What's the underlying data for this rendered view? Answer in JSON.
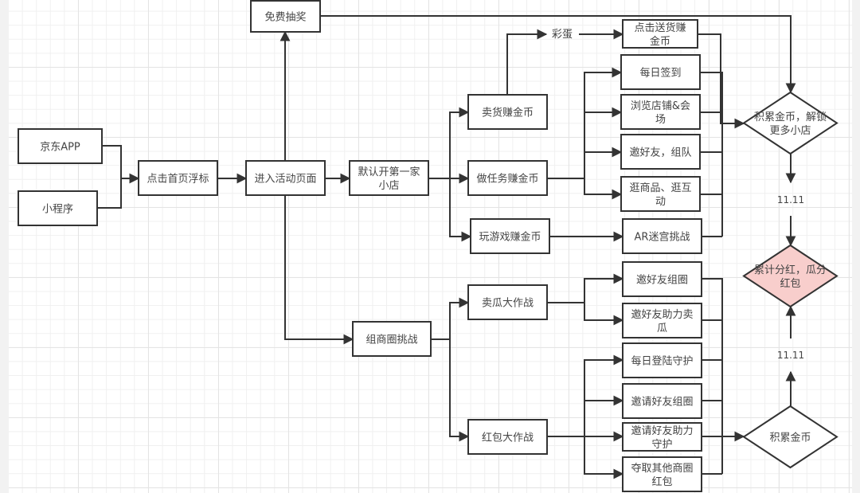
{
  "diagram": {
    "colors": {
      "stroke": "#333333",
      "node_fill": "#ffffff",
      "highlight_fill": "#f8cecc",
      "text": "#444444"
    },
    "nodes": [
      {
        "id": "jd_app",
        "shape": "rect",
        "lines": [
          "京东APP"
        ]
      },
      {
        "id": "mini_program",
        "shape": "rect",
        "lines": [
          "小程序"
        ]
      },
      {
        "id": "click_float",
        "shape": "rect",
        "lines": [
          "点击首页浮标"
        ]
      },
      {
        "id": "enter_page",
        "shape": "rect",
        "lines": [
          "进入活动页面"
        ]
      },
      {
        "id": "free_lottery",
        "shape": "rect",
        "lines": [
          "免费抽奖"
        ]
      },
      {
        "id": "first_shop",
        "shape": "rect",
        "lines": [
          "默认开第一家",
          "小店"
        ]
      },
      {
        "id": "sell_goods",
        "shape": "rect",
        "lines": [
          "卖货赚金币"
        ]
      },
      {
        "id": "do_tasks",
        "shape": "rect",
        "lines": [
          "做任务赚金币"
        ]
      },
      {
        "id": "play_games",
        "shape": "rect",
        "lines": [
          "玩游戏赚金币"
        ]
      },
      {
        "id": "click_deliver",
        "shape": "rect",
        "lines": [
          "点击送货赚",
          "金币"
        ]
      },
      {
        "id": "daily_signin",
        "shape": "rect",
        "lines": [
          "每日签到"
        ]
      },
      {
        "id": "browse_shops",
        "shape": "rect",
        "lines": [
          "浏览店铺&会",
          "场"
        ]
      },
      {
        "id": "invite_team",
        "shape": "rect",
        "lines": [
          "邀好友，组队"
        ]
      },
      {
        "id": "browse_goods",
        "shape": "rect",
        "lines": [
          "逛商品、逛互",
          "动"
        ]
      },
      {
        "id": "ar_maze",
        "shape": "rect",
        "lines": [
          "AR迷宫挑战"
        ]
      },
      {
        "id": "circle_challenge",
        "shape": "rect",
        "lines": [
          "组商圈挑战"
        ]
      },
      {
        "id": "melon_battle",
        "shape": "rect",
        "lines": [
          "卖瓜大作战"
        ]
      },
      {
        "id": "redpacket_battle",
        "shape": "rect",
        "lines": [
          "红包大作战"
        ]
      },
      {
        "id": "invite_circle",
        "shape": "rect",
        "lines": [
          "邀好友组圈"
        ]
      },
      {
        "id": "invite_help_melon",
        "shape": "rect",
        "lines": [
          "邀好友助力卖",
          "瓜"
        ]
      },
      {
        "id": "daily_login_guard",
        "shape": "rect",
        "lines": [
          "每日登陆守护"
        ]
      },
      {
        "id": "invite_friends_circle",
        "shape": "rect",
        "lines": [
          "邀请好友组圈"
        ]
      },
      {
        "id": "invite_help_guard",
        "shape": "rect",
        "lines": [
          "邀请好友助力",
          "守护"
        ]
      },
      {
        "id": "seize_redpacket",
        "shape": "rect",
        "lines": [
          "夺取其他商圈",
          "红包"
        ]
      },
      {
        "id": "unlock_shops",
        "shape": "diamond",
        "lines": [
          "积累金币，解锁",
          "更多小店"
        ]
      },
      {
        "id": "dividend",
        "shape": "diamond",
        "highlight": true,
        "lines": [
          "累计分红，瓜分",
          "红包"
        ]
      },
      {
        "id": "accumulate_coins",
        "shape": "diamond",
        "lines": [
          "积累金币"
        ]
      }
    ],
    "labels": [
      {
        "id": "easter_egg",
        "text": "彩蛋"
      },
      {
        "id": "date_top",
        "text": "11.11"
      },
      {
        "id": "date_bottom",
        "text": "11.11"
      }
    ],
    "edges": [
      {
        "from": "jd_app",
        "to": "click_float"
      },
      {
        "from": "mini_program",
        "to": "click_float"
      },
      {
        "from": "click_float",
        "to": "enter_page"
      },
      {
        "from": "enter_page",
        "to": "free_lottery"
      },
      {
        "from": "enter_page",
        "to": "first_shop"
      },
      {
        "from": "enter_page",
        "to": "circle_challenge"
      },
      {
        "from": "free_lottery",
        "to": "unlock_shops"
      },
      {
        "from": "first_shop",
        "to": "sell_goods"
      },
      {
        "from": "first_shop",
        "to": "do_tasks"
      },
      {
        "from": "first_shop",
        "to": "play_games"
      },
      {
        "from": "sell_goods",
        "to": "click_deliver",
        "label": "彩蛋"
      },
      {
        "from": "do_tasks",
        "to": "daily_signin"
      },
      {
        "from": "do_tasks",
        "to": "browse_shops"
      },
      {
        "from": "do_tasks",
        "to": "invite_team"
      },
      {
        "from": "do_tasks",
        "to": "browse_goods"
      },
      {
        "from": "play_games",
        "to": "ar_maze"
      },
      {
        "from": "click_deliver",
        "to": "unlock_shops"
      },
      {
        "from": "daily_signin",
        "to": "unlock_shops"
      },
      {
        "from": "browse_shops",
        "to": "unlock_shops"
      },
      {
        "from": "invite_team",
        "to": "unlock_shops"
      },
      {
        "from": "browse_goods",
        "to": "unlock_shops"
      },
      {
        "from": "ar_maze",
        "to": "unlock_shops"
      },
      {
        "from": "unlock_shops",
        "to": "dividend",
        "label": "11.11"
      },
      {
        "from": "circle_challenge",
        "to": "melon_battle"
      },
      {
        "from": "circle_challenge",
        "to": "redpacket_battle"
      },
      {
        "from": "melon_battle",
        "to": "invite_circle"
      },
      {
        "from": "melon_battle",
        "to": "invite_help_melon"
      },
      {
        "from": "redpacket_battle",
        "to": "daily_login_guard"
      },
      {
        "from": "redpacket_battle",
        "to": "invite_friends_circle"
      },
      {
        "from": "redpacket_battle",
        "to": "invite_help_guard"
      },
      {
        "from": "redpacket_battle",
        "to": "seize_redpacket"
      },
      {
        "from": "invite_circle",
        "to": "accumulate_coins"
      },
      {
        "from": "invite_help_melon",
        "to": "accumulate_coins"
      },
      {
        "from": "daily_login_guard",
        "to": "accumulate_coins"
      },
      {
        "from": "invite_friends_circle",
        "to": "accumulate_coins"
      },
      {
        "from": "invite_help_guard",
        "to": "accumulate_coins"
      },
      {
        "from": "seize_redpacket",
        "to": "accumulate_coins"
      },
      {
        "from": "accumulate_coins",
        "to": "dividend",
        "label": "11.11"
      }
    ]
  }
}
